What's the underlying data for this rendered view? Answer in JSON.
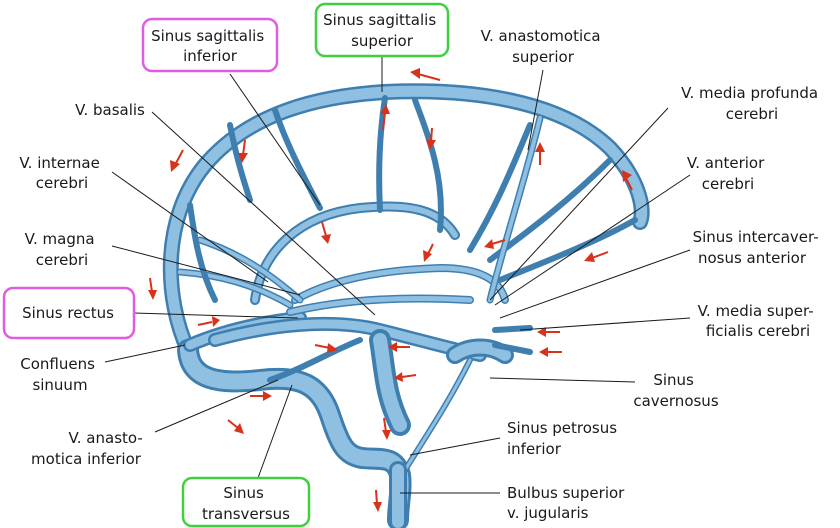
{
  "colors": {
    "vein_outline": "#3f7fb0",
    "vein_fill": "#8fc0e2",
    "vein_dark": "#2f6e9e",
    "arrow": "#d8321b",
    "box_magenta": "#e05ce0",
    "box_green": "#3fcf3f",
    "text": "#1a1a1a"
  },
  "labels": {
    "sinus_sagittalis_inferior": [
      "Sinus sagittalis",
      "inferior"
    ],
    "sinus_sagittalis_superior": [
      "Sinus sagittalis",
      "superior"
    ],
    "v_basalis": [
      "V. basalis"
    ],
    "v_internae_cerebri": [
      "V. internae",
      "cerebri"
    ],
    "v_magna_cerebri": [
      "V. magna",
      "cerebri"
    ],
    "sinus_rectus": [
      "Sinus rectus"
    ],
    "confluens_sinuum": [
      "Confluens",
      "sinuum"
    ],
    "v_anastomotica_inferior": [
      "V. anasto-",
      "motica inferior"
    ],
    "sinus_transversus": [
      "Sinus",
      "transversus"
    ],
    "v_anastomotica_superior": [
      "V. anastomotica",
      "superior"
    ],
    "v_media_profunda_cerebri": [
      "V. media profunda",
      "cerebri"
    ],
    "v_anterior_cerebri": [
      "V. anterior",
      "cerebri"
    ],
    "sinus_intercavernosus_anterior": [
      "Sinus intercaver-",
      "nosus anterior"
    ],
    "v_media_superficialis_cerebri": [
      "V. media super-",
      "ficialis cerebri"
    ],
    "sinus_cavernosus": [
      "Sinus",
      "cavernosus"
    ],
    "sinus_petrosus_inferior": [
      "Sinus petrosus",
      "inferior"
    ],
    "bulbus_superior": [
      "Bulbus superior",
      "v. jugularis"
    ]
  },
  "highlight_boxes": {
    "magenta": [
      "sinus_sagittalis_inferior",
      "sinus_rectus"
    ],
    "green": [
      "sinus_sagittalis_superior",
      "sinus_transversus"
    ]
  },
  "icons": [
    "flow-direction-arrow"
  ]
}
